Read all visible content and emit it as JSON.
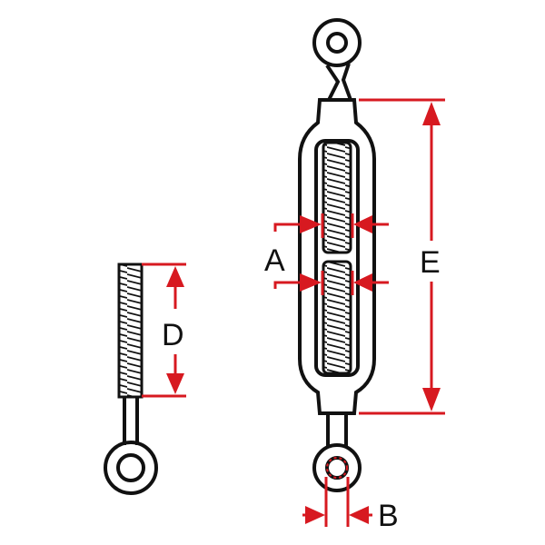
{
  "diagram": {
    "subject": "turnbuckle",
    "labels": {
      "a": "A",
      "b": "B",
      "d": "D",
      "e": "E"
    },
    "colors": {
      "dimension": "#d71920",
      "outline": "#111111"
    }
  }
}
